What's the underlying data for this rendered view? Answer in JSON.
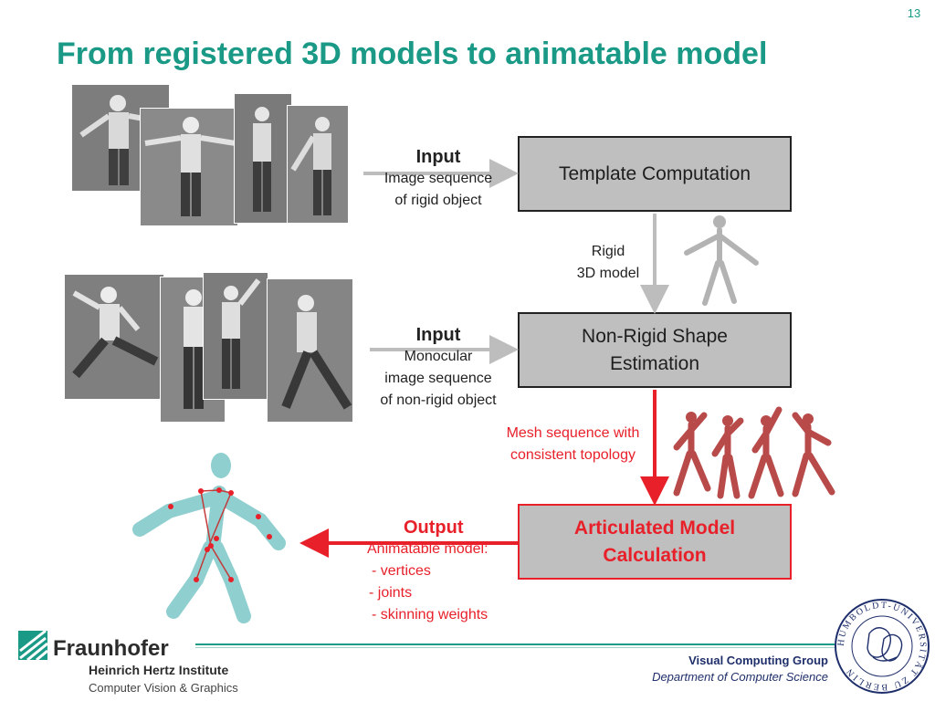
{
  "slide": {
    "page_number": "13",
    "title": "From registered 3D models to animatable model"
  },
  "pipeline": {
    "template_box": "Template Computation",
    "nonrigid_box_line1": "Non-Rigid Shape",
    "nonrigid_box_line2": "Estimation",
    "articulated_box_line1": "Articulated Model",
    "articulated_box_line2": "Calculation",
    "input1": {
      "heading": "Input",
      "line1": "Image sequence",
      "line2": "of rigid object"
    },
    "input2": {
      "heading": "Input",
      "line1": "Monocular",
      "line2": "image sequence",
      "line3": "of non-rigid object"
    },
    "rigid_label_line1": "Rigid",
    "rigid_label_line2": "3D model",
    "mesh_label_line1": "Mesh sequence with",
    "mesh_label_line2": "consistent topology",
    "output": {
      "heading": "Output",
      "line1": "Animatable model:",
      "items": [
        "- vertices",
        "- joints",
        "- skinning weights"
      ]
    }
  },
  "footer": {
    "org_name": "Fraunhofer",
    "institute": "Heinrich Hertz Institute",
    "department": "Computer Vision & Graphics",
    "group": "Visual Computing Group",
    "university_dept": "Department of Computer Science",
    "seal_text": "HUMBOLDT-UNIVERSITÄT ZU BERLIN"
  },
  "colors": {
    "title": "#1a9a86",
    "box_fill": "#bfbfbf",
    "red": "#e8202a",
    "arrow_gray": "#bdbdbd",
    "footer_blue": "#1f2f6b"
  }
}
